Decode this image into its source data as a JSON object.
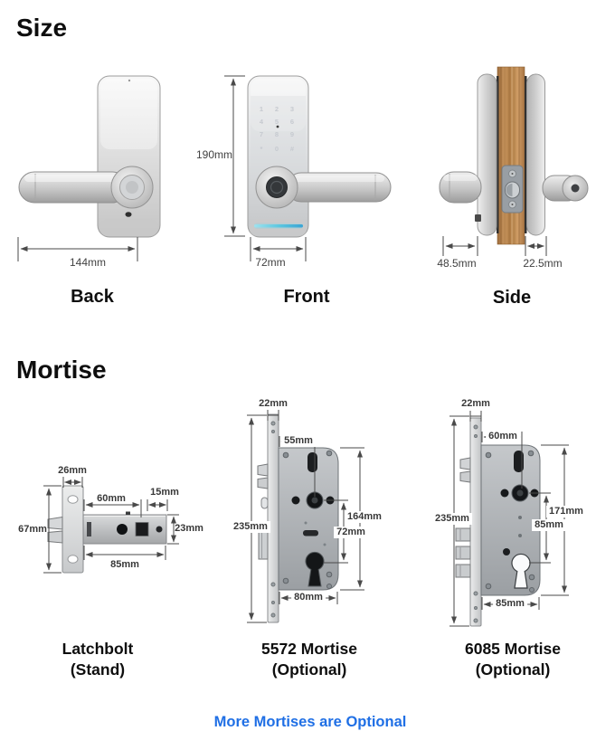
{
  "size_section": {
    "heading": "Size",
    "views": {
      "back": {
        "label": "Back",
        "width_dim": "144mm"
      },
      "front": {
        "label": "Front",
        "height_dim": "190mm",
        "width_dim": "72mm",
        "keypad": [
          "1",
          "2",
          "3",
          "4",
          "5",
          "6",
          "7",
          "8",
          "9",
          "*",
          "0",
          "#"
        ]
      },
      "side": {
        "label": "Side",
        "front_thickness_dim": "48.5mm",
        "back_thickness_dim": "22.5mm"
      }
    }
  },
  "mortise_section": {
    "heading": "Mortise",
    "latchbolt": {
      "title": "Latchbolt",
      "subtitle": "(Stand)",
      "dims": {
        "faceplate_width": "26mm",
        "faceplate_height": "67mm",
        "backset": "60mm",
        "tail": "15mm",
        "body_height": "23mm",
        "body_length": "85mm"
      }
    },
    "mortise_5572": {
      "title": "5572 Mortise",
      "subtitle": "(Optional)",
      "dims": {
        "faceplate_width": "22mm",
        "faceplate_height": "235mm",
        "backset": "55mm",
        "body_height": "164mm",
        "centers": "72mm",
        "body_depth": "80mm"
      }
    },
    "mortise_6085": {
      "title": "6085 Mortise",
      "subtitle": "(Optional)",
      "dims": {
        "faceplate_width": "22mm",
        "faceplate_height": "235mm",
        "backset": "60mm",
        "body_height": "171mm",
        "centers": "85mm",
        "body_depth": "85mm"
      }
    }
  },
  "footer": {
    "note": "More Mortises are Optional",
    "note_color": "#1f6fe5"
  },
  "colors": {
    "link_blue": "#1f6fe5",
    "led_strip": "#5ec8e0"
  }
}
